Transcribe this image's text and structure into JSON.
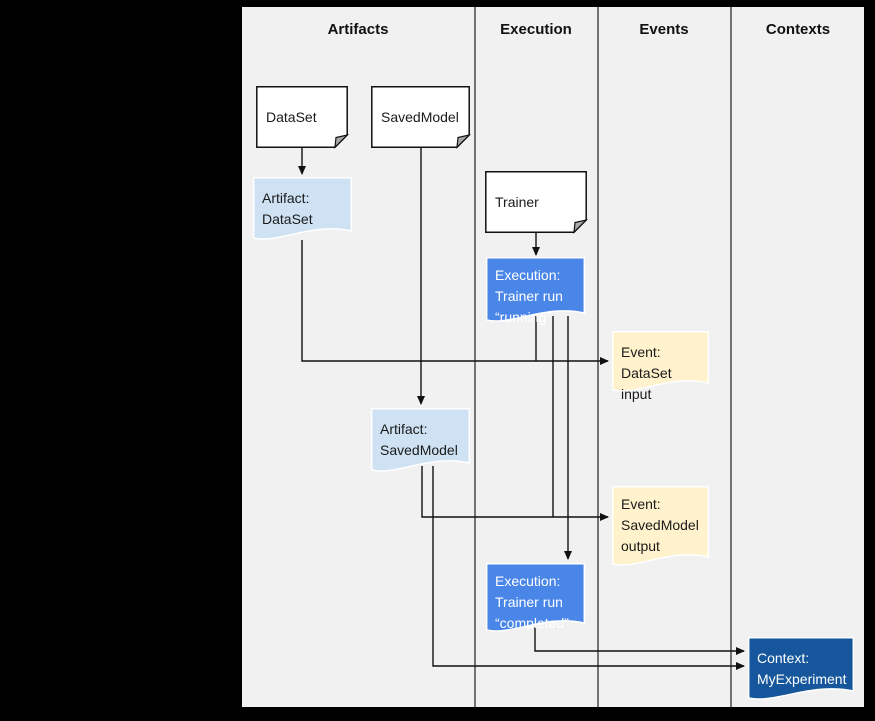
{
  "columns": {
    "artifacts": "Artifacts",
    "execution": "Execution",
    "events": "Events",
    "contexts": "Contexts"
  },
  "nodes": {
    "dataset": {
      "label": "DataSet"
    },
    "savedmodel": {
      "label": "SavedModel"
    },
    "trainer": {
      "label": "Trainer"
    },
    "artifact_dataset": {
      "label": "Artifact:\nDataSet"
    },
    "execution_running": {
      "label": "Execution:\nTrainer run\n“running”"
    },
    "event_dataset_input": {
      "label": "Event:\nDataSet input"
    },
    "artifact_savedmodel": {
      "label": "Artifact:\nSavedModel"
    },
    "event_savedmodel_output": {
      "label": "Event:\nSavedModel\noutput"
    },
    "execution_completed": {
      "label": "Execution:\nTrainer run\n“completed”"
    },
    "context_myexperiment": {
      "label": "Context:\nMyExperiment"
    }
  },
  "colors": {
    "artifact": "#cfe2f3",
    "execution": "#4a86e8",
    "event": "#fff2cc",
    "context": "#15569c",
    "doc_fill": "#ffffff",
    "line": "#111111"
  }
}
